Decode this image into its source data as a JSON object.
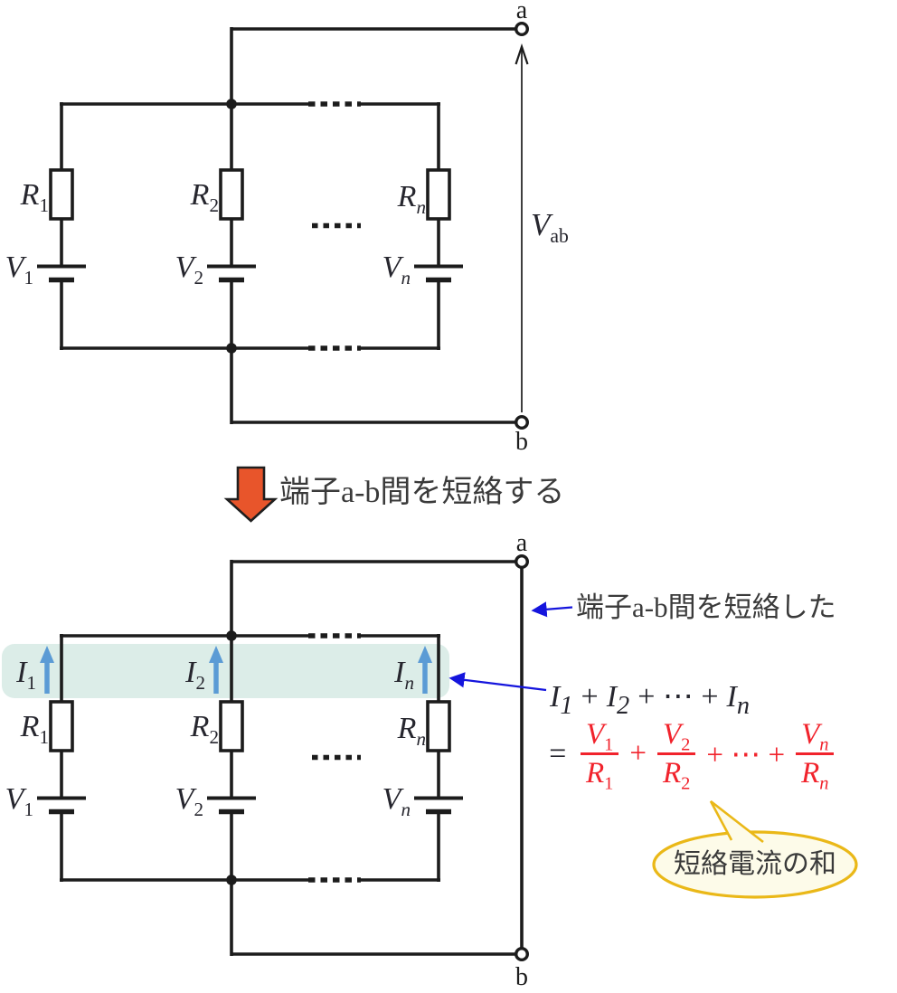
{
  "colors": {
    "wire": "#1c1c1c",
    "math": "#26262e",
    "jp": "#3a3a3a",
    "blue": "#1515dd",
    "lightblue": "#5b9bd5",
    "mint": "#dcede8",
    "orange": "#e8552b",
    "red": "#f1232c",
    "bubbleStroke": "#eab818",
    "bubbleFill": "#fdfbe9"
  },
  "top_circuit": {
    "terminal_a": "a",
    "terminal_b": "b",
    "vab": {
      "base": "V",
      "sub": "ab"
    },
    "branches": [
      {
        "r": "R",
        "r_sub": "1",
        "v": "V",
        "v_sub": "1"
      },
      {
        "r": "R",
        "r_sub": "2",
        "v": "V",
        "v_sub": "2"
      },
      {
        "r": "R",
        "r_sub": "n",
        "v": "V",
        "v_sub": "n"
      }
    ]
  },
  "transition": {
    "label": "端子a-b間を短絡する"
  },
  "bottom_circuit": {
    "terminal_a": "a",
    "terminal_b": "b",
    "branches": [
      {
        "i": "I",
        "i_sub": "1",
        "r": "R",
        "r_sub": "1",
        "v": "V",
        "v_sub": "1"
      },
      {
        "i": "I",
        "i_sub": "2",
        "r": "R",
        "r_sub": "2",
        "v": "V",
        "v_sub": "2"
      },
      {
        "i": "I",
        "i_sub": "n",
        "r": "R",
        "r_sub": "n",
        "v": "V",
        "v_sub": "n"
      }
    ]
  },
  "annotations": {
    "short_note": "端子a-b間を短絡した",
    "sum": {
      "a": "I",
      "a_sub": "1",
      "op1": "+",
      "b": "I",
      "b_sub": "2",
      "op2": "+ ⋯ +",
      "c": "I",
      "c_sub": "n"
    },
    "eq": "=",
    "plus": "+",
    "dots_plus": "+ ⋯ +",
    "fractions": [
      {
        "num": "V",
        "num_sub": "1",
        "den": "R",
        "den_sub": "1"
      },
      {
        "num": "V",
        "num_sub": "2",
        "den": "R",
        "den_sub": "2"
      },
      {
        "num": "V",
        "num_sub": "n",
        "den": "R",
        "den_sub": "n"
      }
    ],
    "bubble": "短絡電流の和"
  }
}
